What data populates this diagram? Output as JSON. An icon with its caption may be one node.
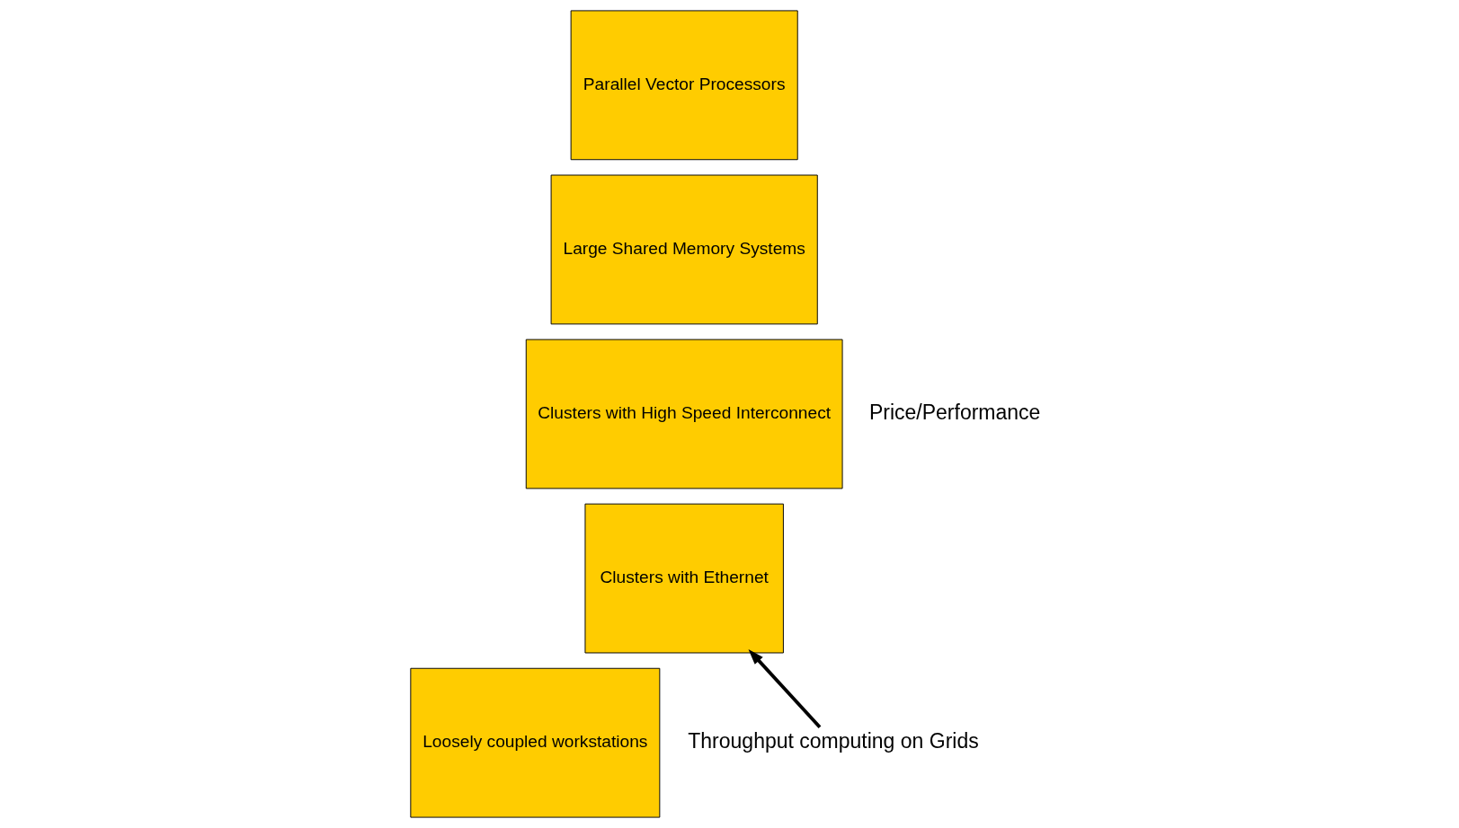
{
  "diagram": {
    "nodes": [
      {
        "text": [
          "Loosely coupled workstations"
        ]
      },
      {
        "text": [
          "Clusters with Ethernet"
        ]
      },
      {
        "text": [
          "Clusters with High Speed Interconnect"
        ]
      },
      {
        "text": [
          "Large Shared Memory Systems"
        ]
      },
      {
        "text": [
          "Parallel Vector Processors"
        ]
      },
      {
        "text": [
          "Throughput computing on Grids"
        ]
      }
    ],
    "edges": [
      {
        "from": 5,
        "to": 1,
        "arrow": "to"
      }
    ],
    "labels": [
      "Price/Performance"
    ]
  }
}
